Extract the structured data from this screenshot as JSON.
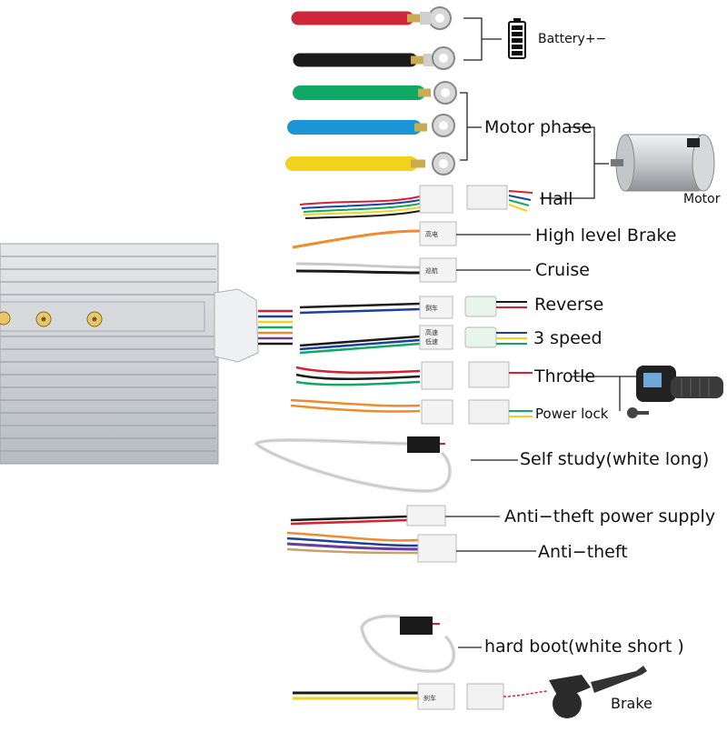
{
  "labels": {
    "battery": "Battery+−",
    "motor_phase": "Motor phase",
    "motor": "Motor",
    "hall": "Hall",
    "high_level_brake": "High level Brake",
    "cruise": "Cruise",
    "reverse": "Reverse",
    "three_speed": "3 speed",
    "throttle": "Throtle",
    "power_lock": "Power lock",
    "self_study": "Self study(white long)",
    "anti_theft_power_supply": "Anti−theft power supply",
    "anti_theft": "Anti−theft",
    "hard_boot": "hard boot(white short )",
    "brake": "Brake"
  },
  "connector_marks": {
    "high_level_brake": "高电",
    "cruise": "巡航",
    "reverse": "倒车",
    "three_speed_top": "高速",
    "three_speed_bottom": "低速",
    "brake": "刹车"
  },
  "colors": {
    "battery_pos": "#d0263a",
    "battery_neg": "#1a1a1a",
    "phase_green": "#0fa865",
    "phase_blue": "#1c94d8",
    "phase_yellow": "#f2d21a",
    "wire_orange": "#ef8b2c",
    "wire_blue": "#1f3fa0",
    "wire_red": "#d32232",
    "wire_purple": "#6a3a9c",
    "controller": "#c9cdd1"
  }
}
